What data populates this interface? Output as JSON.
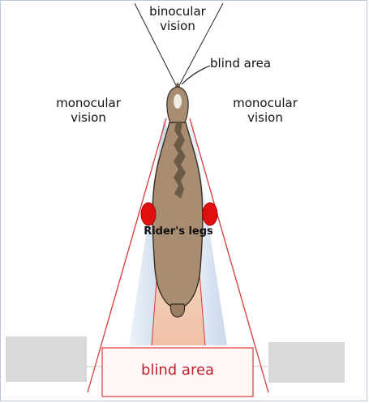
{
  "labels": {
    "binocular": "binocular\nvision",
    "blind_top": "blind area",
    "monocular_left": "monocular\nvision",
    "monocular_right": "monocular\nvision",
    "riders_legs": "Rider's legs",
    "blind_bottom": "blind area"
  },
  "colors": {
    "field_line": "#d83a3a",
    "blind_box_text": "#c4202a",
    "horse_body": "#a98d73",
    "rider_legs": "#e01010",
    "monocular_field": "#dbe5f2",
    "blind_rear_field": "#f0c7b0"
  }
}
